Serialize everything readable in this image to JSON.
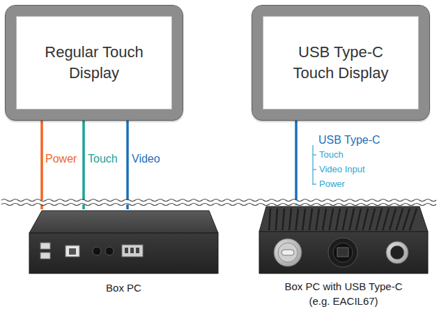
{
  "diagram": {
    "nodes": [
      {
        "text": [
          "Regular Touch Display"
        ]
      },
      {
        "text": [
          "USB Type-C Touch Display"
        ]
      },
      {
        "text": [
          "Box PC"
        ]
      },
      {
        "text": [
          "Box PC with USB Type-C (e.g. EACIL67)"
        ]
      }
    ],
    "edges": [
      {
        "from": 2,
        "to": 0,
        "label": "Power",
        "arrow": "none"
      },
      {
        "from": 2,
        "to": 0,
        "label": "Touch",
        "arrow": "none"
      },
      {
        "from": 2,
        "to": 0,
        "label": "Video",
        "arrow": "none"
      },
      {
        "from": 3,
        "to": 1,
        "label": "USB Type-C",
        "arrow": "none"
      }
    ],
    "labels": [
      "Touch",
      "Video Input",
      "Power"
    ]
  }
}
